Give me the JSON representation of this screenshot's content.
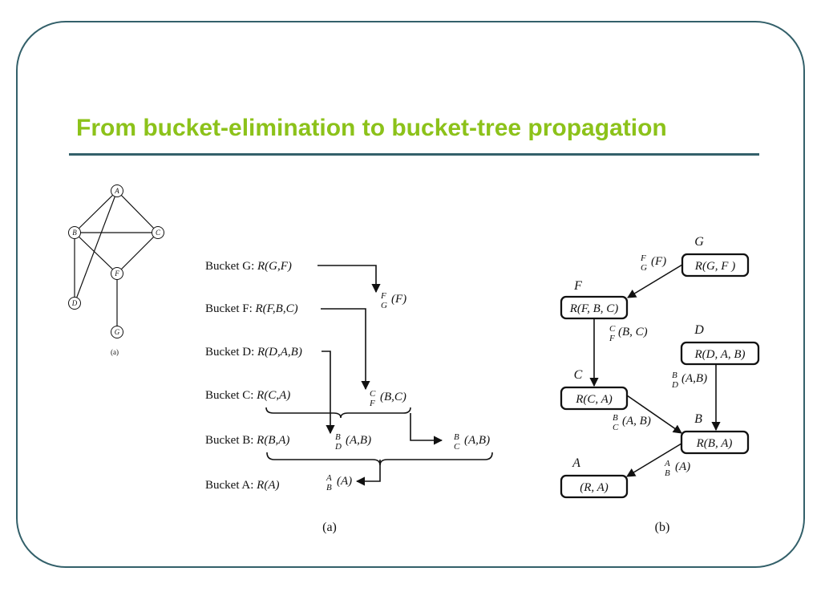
{
  "slide": {
    "title": "From bucket-elimination to bucket-tree propagation"
  },
  "example_graph": {
    "caption": "(a)",
    "nodes": [
      "A",
      "B",
      "C",
      "F",
      "D",
      "G"
    ]
  },
  "bucket_elimination": {
    "caption": "(a)",
    "buckets": [
      {
        "name": "Bucket G",
        "relation": "R(G,F)"
      },
      {
        "name": "Bucket F",
        "relation": "R(F,B,C)"
      },
      {
        "name": "Bucket D",
        "relation": "R(D,A,B)"
      },
      {
        "name": "Bucket C",
        "relation": "R(C,A)"
      },
      {
        "name": "Bucket B",
        "relation": "R(B,A)"
      },
      {
        "name": "Bucket A",
        "relation": "R(A)"
      }
    ],
    "messages": [
      {
        "sup": "F",
        "sub": "G",
        "args": "(F)"
      },
      {
        "sup": "C",
        "sub": "F",
        "args": "(B,C)"
      },
      {
        "sup": "B",
        "sub": "D",
        "args": "(A,B)"
      },
      {
        "sup": "B",
        "sub": "C",
        "args": "(A,B)"
      },
      {
        "sup": "A",
        "sub": "B",
        "args": "(A)"
      }
    ]
  },
  "bucket_tree": {
    "caption": "(b)",
    "nodes": [
      {
        "label": "G",
        "relation": "R(G, F )"
      },
      {
        "label": "F",
        "relation": "R(F, B, C)"
      },
      {
        "label": "D",
        "relation": "R(D, A, B)"
      },
      {
        "label": "C",
        "relation": "R(C, A)"
      },
      {
        "label": "B",
        "relation": "R(B, A)"
      },
      {
        "label": "A",
        "relation": "(R, A)"
      }
    ],
    "messages": [
      {
        "sup": "F",
        "sub": "G",
        "args": "(F)"
      },
      {
        "sup": "C",
        "sub": "F",
        "args": "(B, C)"
      },
      {
        "sup": "B",
        "sub": "D",
        "args": "(A,B)"
      },
      {
        "sup": "B",
        "sub": "C",
        "args": "(A, B)"
      },
      {
        "sup": "A",
        "sub": "B",
        "args": "(A)"
      }
    ]
  }
}
